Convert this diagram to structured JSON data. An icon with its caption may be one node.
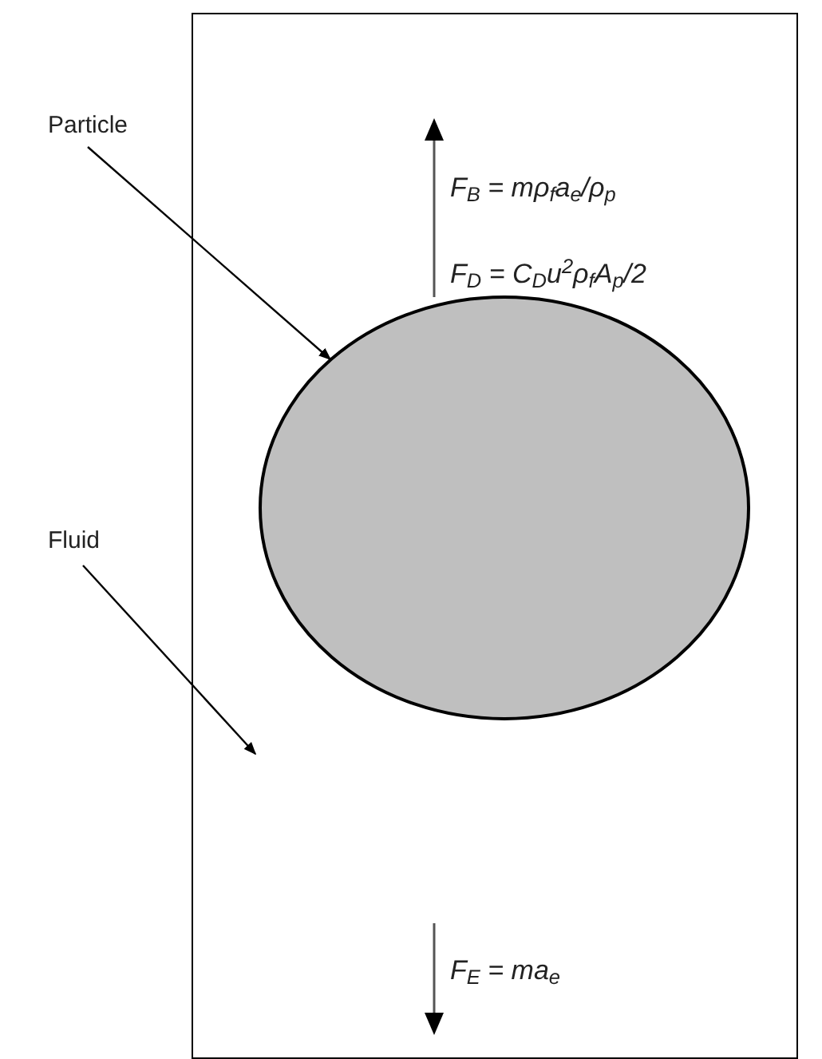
{
  "diagram": {
    "nodes": [
      {
        "text": [],
        "shape": "box"
      },
      {
        "text": [],
        "shape": "circle",
        "in": 0
      },
      {
        "text": [
          "Particle"
        ]
      },
      {
        "text": [
          "Fluid"
        ]
      }
    ],
    "edges": [
      {
        "from": 2,
        "to": 1,
        "arrow": "to"
      },
      {
        "from": 3,
        "to": 0,
        "arrow": "to"
      }
    ],
    "labels": [
      "F$_{B}$ = mρ$_{f}$a$_{e}$/ρ$_{p}$",
      "F$_{D}$ = C$_{D}$u$^{2}$ρ$_{f}$A$_{p}$/2",
      "F$_{E}$ = ma$_{e}$"
    ]
  }
}
